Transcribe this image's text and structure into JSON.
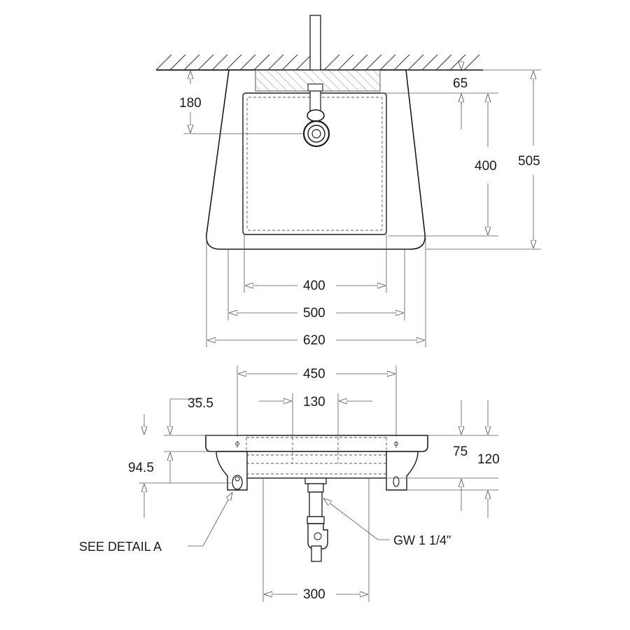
{
  "dimensions": {
    "top_view": {
      "ceiling_gap": "65",
      "drain_offset": "180",
      "bowl_depth": "400",
      "overall_depth": "505",
      "bowl_width": "400",
      "inner_width": "500",
      "overall_width": "620"
    },
    "front_view": {
      "bracket_spacing": "450",
      "drain_spacing": "130",
      "rim_height": "35.5",
      "bracket_height": "94.5",
      "bowl_height": "75",
      "overall_height": "120",
      "trap_width": "300"
    }
  },
  "notes": {
    "detail_ref": "SEE DETAIL A",
    "drain_thread": "GW 1 1/4\""
  }
}
